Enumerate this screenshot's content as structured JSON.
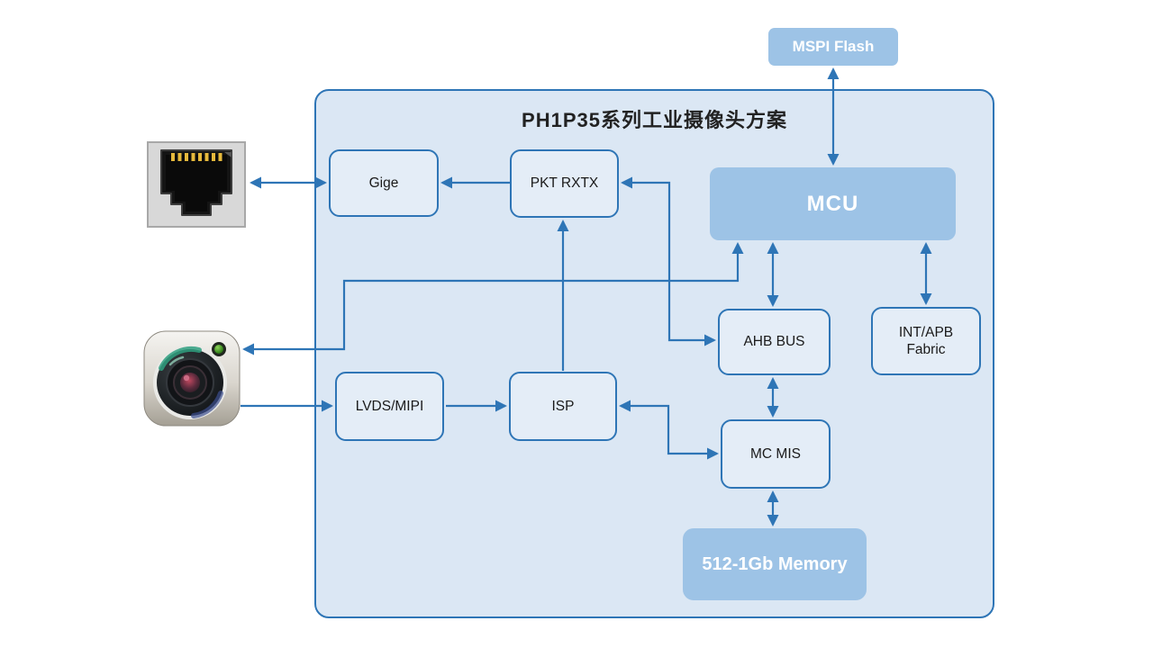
{
  "diagram": {
    "title": "PH1P35系列工业摄像头方案",
    "colors": {
      "accent": "#2e75b6",
      "filled_node_fill": "#9dc3e6",
      "filled_node_text": "#ffffff",
      "container_fill": "#dbe7f4",
      "outlined_node_fill": "#e4edf7",
      "outlined_node_text": "#1a1a1a",
      "background": "#ffffff"
    },
    "nodes": {
      "mspi_flash": {
        "label": "MSPI Flash",
        "style": "filled"
      },
      "mcu": {
        "label": "MCU",
        "style": "filled"
      },
      "gige": {
        "label": "Gige",
        "style": "outlined"
      },
      "pkt_rxtx": {
        "label": "PKT RXTX",
        "style": "outlined"
      },
      "ahb_bus": {
        "label": "AHB BUS",
        "style": "outlined"
      },
      "int_apb_fabric": {
        "label": "INT/APB Fabric",
        "style": "outlined"
      },
      "lvds_mipi": {
        "label": "LVDS/MIPI",
        "style": "outlined"
      },
      "isp": {
        "label": "ISP",
        "style": "outlined"
      },
      "mc_mis": {
        "label": "MC MIS",
        "style": "outlined"
      },
      "memory": {
        "label": "512-1Gb Memory",
        "style": "filled"
      }
    },
    "peripherals": {
      "ethernet_jack": "rj45-ethernet-port",
      "camera": "camera-sensor-module"
    },
    "edges": [
      {
        "from": "ethernet-jack",
        "to": "gige",
        "direction": "bidirectional"
      },
      {
        "from": "pkt-rxtx",
        "to": "gige",
        "direction": "one-way"
      },
      {
        "from": "isp",
        "to": "pkt-rxtx",
        "direction": "one-way"
      },
      {
        "from": "pkt-rxtx",
        "to": "ahb-bus",
        "direction": "bidirectional"
      },
      {
        "from": "mspi-flash",
        "to": "mcu",
        "direction": "bidirectional"
      },
      {
        "from": "mcu",
        "to": "camera",
        "direction": "bidirectional"
      },
      {
        "from": "mcu",
        "to": "ahb-bus",
        "direction": "bidirectional"
      },
      {
        "from": "mcu",
        "to": "int-apb-fabric",
        "direction": "bidirectional"
      },
      {
        "from": "camera",
        "to": "lvds-mipi",
        "direction": "one-way"
      },
      {
        "from": "lvds-mipi",
        "to": "isp",
        "direction": "one-way"
      },
      {
        "from": "isp",
        "to": "mc-mis",
        "direction": "bidirectional"
      },
      {
        "from": "ahb-bus",
        "to": "mc-mis",
        "direction": "bidirectional"
      },
      {
        "from": "mc-mis",
        "to": "memory",
        "direction": "bidirectional"
      }
    ]
  }
}
